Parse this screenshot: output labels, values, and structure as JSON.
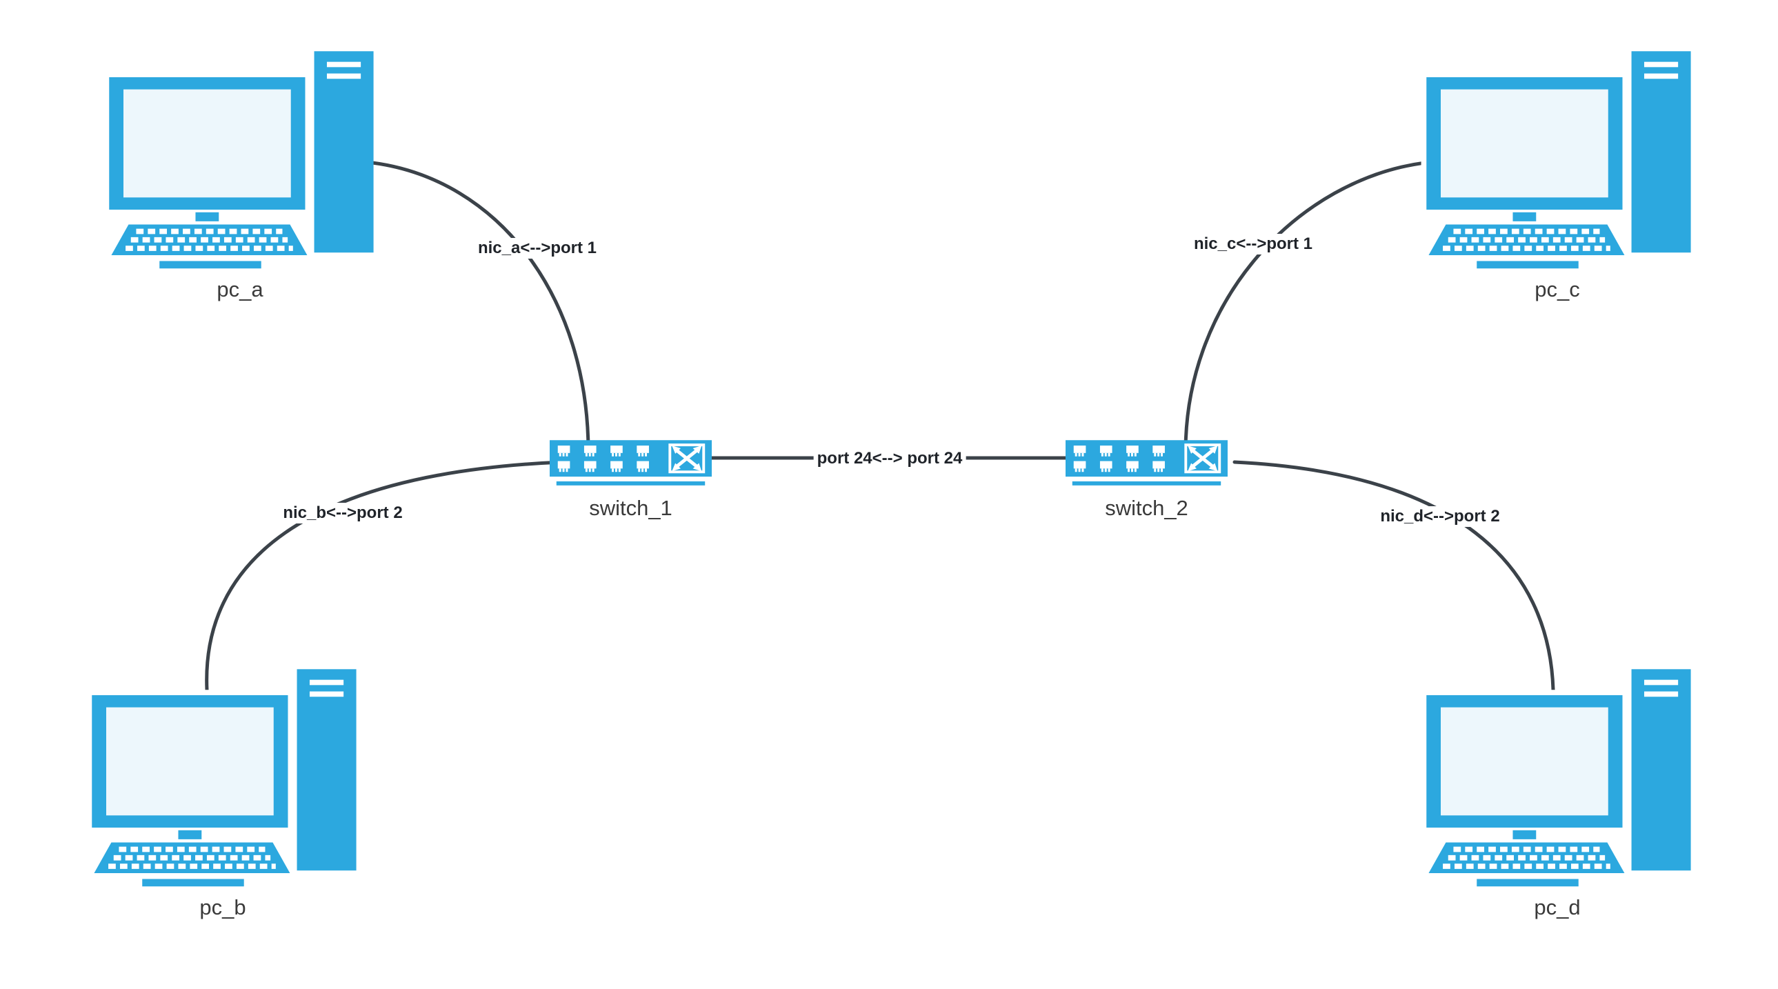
{
  "diagram": {
    "title": "",
    "colors": {
      "device_blue": "#2ca8df",
      "screen_fill": "#edf7fc",
      "connector_line": "#3b4249",
      "node_label_text": "#3a3a3a",
      "edge_label_text": "#1f2329",
      "background": "#ffffff"
    },
    "icons": {
      "pc": "desktop-computer-icon",
      "switch": "network-switch-icon"
    },
    "nodes": [
      {
        "id": "pc_a",
        "type": "pc",
        "label": "pc_a"
      },
      {
        "id": "pc_b",
        "type": "pc",
        "label": "pc_b"
      },
      {
        "id": "pc_c",
        "type": "pc",
        "label": "pc_c"
      },
      {
        "id": "pc_d",
        "type": "pc",
        "label": "pc_d"
      },
      {
        "id": "switch_1",
        "type": "switch",
        "label": "switch_1"
      },
      {
        "id": "switch_2",
        "type": "switch",
        "label": "switch_2"
      }
    ],
    "edges": [
      {
        "from": "pc_a",
        "to": "switch_1",
        "label": "nic_a<-->port 1"
      },
      {
        "from": "pc_b",
        "to": "switch_1",
        "label": "nic_b<-->port 2"
      },
      {
        "from": "pc_c",
        "to": "switch_2",
        "label": "nic_c<-->port 1"
      },
      {
        "from": "pc_d",
        "to": "switch_2",
        "label": "nic_d<-->port 2"
      },
      {
        "from": "switch_1",
        "to": "switch_2",
        "label": "port 24<--> port 24"
      }
    ]
  }
}
